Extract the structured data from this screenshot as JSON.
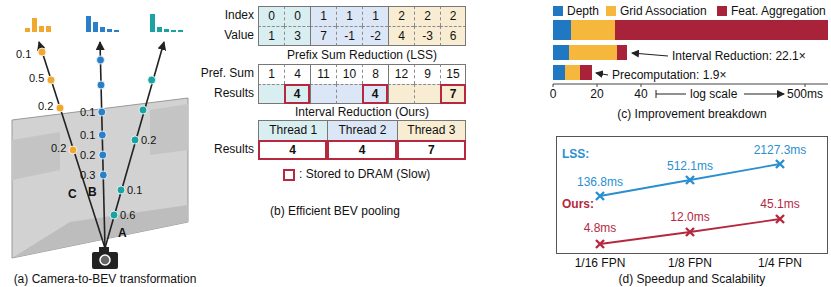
{
  "diagram": {
    "nodes": [
      {
        "text": [
          "Index",
          "Value",
          "0",
          "0",
          "1",
          "1",
          "1",
          "2",
          "2",
          "2",
          "1",
          "3",
          "7",
          "-1",
          "-2",
          "4",
          "-3",
          "6"
        ]
      },
      {
        "text": [
          "Pref. Sum",
          "Results",
          "1",
          "4",
          "11",
          "10",
          "8",
          "12",
          "9",
          "15",
          "4",
          "4",
          "7"
        ]
      },
      {
        "text": [
          "Thread 1",
          "Thread 2",
          "Thread 3",
          "Results",
          "4",
          "4",
          "7"
        ]
      },
      {
        "text": [
          "LSS:",
          "136.8ms",
          "512.1ms",
          "2127.3ms",
          "Ours:",
          "4.8ms",
          "12.0ms",
          "45.1ms"
        ]
      }
    ],
    "labels": [
      "0.1",
      "0.5",
      "0.2",
      "0.2",
      "0.1",
      "0.1",
      "0.2",
      "0.3",
      "0.2",
      "0.1",
      "0.6",
      "C",
      "B",
      "A",
      "(a) Camera-to-BEV transformation",
      "Prefix Sum Reduction (LSS)",
      "Interval Reduction (Ours)",
      "(b) Efficient BEV pooling",
      "Interval Reduction: 22.1×",
      "Precomputation: 1.9×",
      "0",
      "20",
      "40",
      "log scale",
      "500ms",
      "(c) Improvement breakdown",
      "1/16 FPN",
      "1/8 FPN",
      "1/4 FPN",
      "(d) Speedup and Scalability"
    ],
    "legend": [
      {
        "text": "Depth",
        "color": "#1f78c1"
      },
      {
        "text": "Grid Association",
        "color": "#f6b83c"
      },
      {
        "text": "Feat. Aggregation",
        "color": "#a8233a"
      },
      {
        "text": ": Stored to DRAM (Slow)"
      }
    ]
  }
}
